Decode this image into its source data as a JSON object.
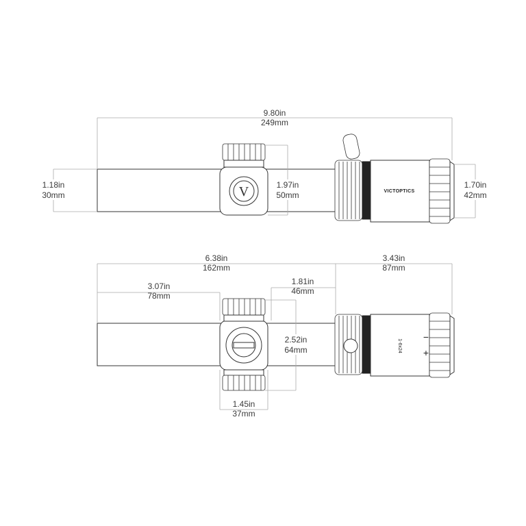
{
  "brand": "VICTOPTICS",
  "model_marking": "1-6x24",
  "turret_plus": "+",
  "turret_minus": "−",
  "top_view": {
    "overall_length": {
      "imperial": "9.80in",
      "metric": "249mm"
    },
    "tube_diameter": {
      "imperial": "1.18in",
      "metric": "30mm"
    },
    "turret_height": {
      "imperial": "1.97in",
      "metric": "50mm"
    },
    "eyepiece_diameter": {
      "imperial": "1.70in",
      "metric": "42mm"
    }
  },
  "side_view": {
    "front_to_eyebell": {
      "imperial": "6.38in",
      "metric": "162mm"
    },
    "eyepiece_length": {
      "imperial": "3.43in",
      "metric": "87mm"
    },
    "front_to_turret": {
      "imperial": "3.07in",
      "metric": "78mm"
    },
    "turret_to_eyebell": {
      "imperial": "1.81in",
      "metric": "46mm"
    },
    "turret_span": {
      "imperial": "2.52in",
      "metric": "64mm"
    },
    "turret_width": {
      "imperial": "1.45in",
      "metric": "37mm"
    }
  }
}
